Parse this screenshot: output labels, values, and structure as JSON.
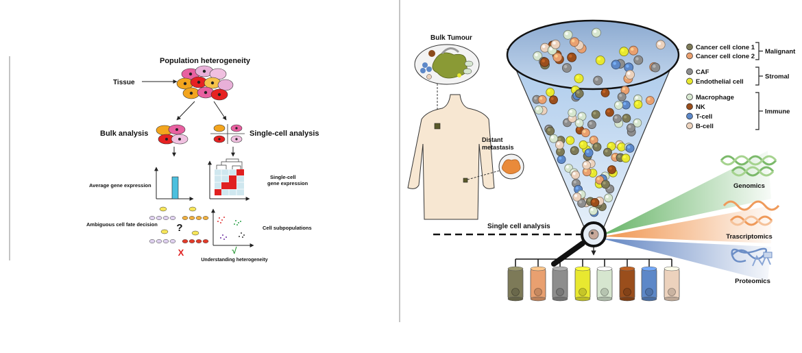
{
  "left_panel": {
    "title": "Population heterogeneity",
    "tissue_label": "Tissue",
    "bulk_label": "Bulk analysis",
    "single_label": "Single-cell analysis",
    "avg_expr_label": "Average gene expression",
    "sc_expr_line1": "Single-cell",
    "sc_expr_line2": "gene expression",
    "ambiguous_label": "Ambiguous cell fate decision",
    "question_mark": "?",
    "cross_mark": "X",
    "subpop_label": "Cell subpopulations",
    "check_mark": "√",
    "understanding_label": "Understanding heterogeneity"
  },
  "right_panel": {
    "bulk_tumour_label": "Bulk Tumour",
    "distant_line1": "Distant",
    "distant_line2": "metastasis",
    "single_cell_analysis": "Single cell analysis",
    "omics": [
      "Genomics",
      "Trascriptomics",
      "Proteomics"
    ],
    "legend": {
      "groups": [
        {
          "name": "Malignant",
          "items": [
            {
              "label": "Cancer cell clone 1",
              "color": "#7d7a58"
            },
            {
              "label": "Cancer cell clone 2",
              "color": "#e9a070"
            }
          ]
        },
        {
          "name": "Stromal",
          "items": [
            {
              "label": "CAF",
              "color": "#8d8d8d"
            },
            {
              "label": "Endothelial cell",
              "color": "#e8e830"
            }
          ]
        },
        {
          "name": "Immune",
          "items": [
            {
              "label": "Macrophage",
              "color": "#d6e6cf"
            },
            {
              "label": "NK",
              "color": "#9a4e1c"
            },
            {
              "label": "T-cell",
              "color": "#5d88c8"
            },
            {
              "label": "B-cell",
              "color": "#ecd2bd"
            }
          ]
        }
      ]
    }
  },
  "colors": {
    "funnel": "#b9d3ee",
    "genomics": "#5fb05f",
    "transcriptomics": "#ef8f45",
    "proteomics": "#5a7fbf",
    "check": "#2e9a3a",
    "cross": "#e02020",
    "heat_red": "#e02020",
    "heat_bg": "#cfe7ef"
  }
}
